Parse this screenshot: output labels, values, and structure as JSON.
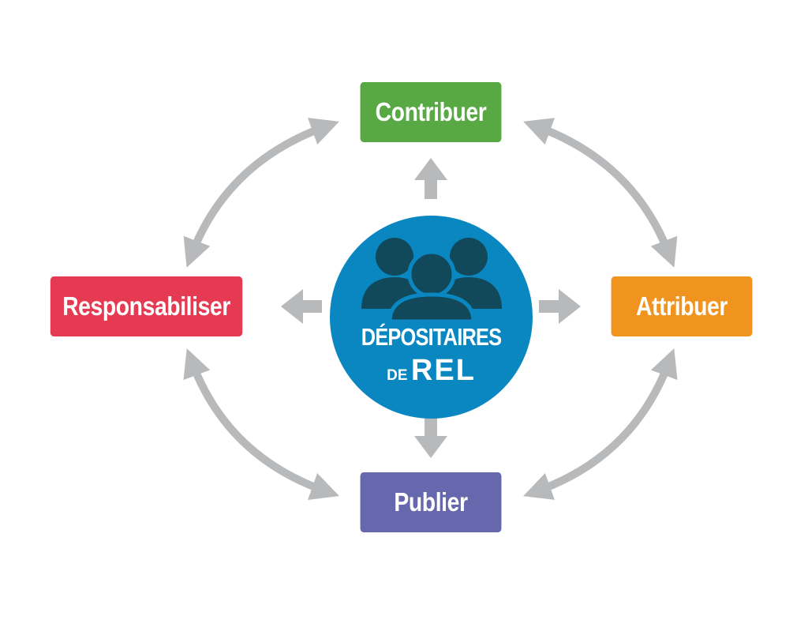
{
  "diagram": {
    "center": {
      "title_line1": "DÉPOSITAIRES",
      "title_prefix": "DE",
      "title_main": "REL",
      "icon": "people-group-icon",
      "fill": "#0a87c1",
      "icon_color": "#11495a"
    },
    "nodes": [
      {
        "id": "top",
        "label": "Contribuer",
        "color": "#58a844"
      },
      {
        "id": "right",
        "label": "Attribuer",
        "color": "#f1941f"
      },
      {
        "id": "bottom",
        "label": "Publier",
        "color": "#6568ad"
      },
      {
        "id": "left",
        "label": "Responsabiliser",
        "color": "#e63a52"
      }
    ],
    "arrow_color": "#b8b9bb"
  }
}
